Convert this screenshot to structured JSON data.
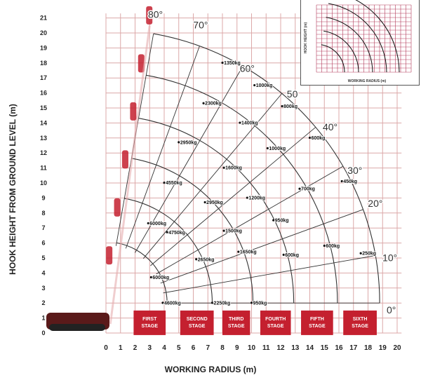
{
  "chart_data": {
    "type": "line",
    "title": "",
    "xlabel": "WORKING RADIUS (m)",
    "ylabel": "HOOK HEIGHT FROM GROUND LEVEL (m)",
    "xlim": [
      0,
      20
    ],
    "ylim": [
      0,
      21
    ],
    "grid": true,
    "x_ticks": [
      "0",
      "1",
      "2",
      "3",
      "4",
      "5",
      "6",
      "7",
      "8",
      "9",
      "10",
      "11",
      "12",
      "13",
      "14",
      "15",
      "16",
      "17",
      "18",
      "19",
      "20"
    ],
    "y_ticks": [
      "0",
      "1",
      "2",
      "3",
      "4",
      "5",
      "6",
      "7",
      "8",
      "9",
      "10",
      "11",
      "12",
      "13",
      "14",
      "15",
      "16",
      "17",
      "18",
      "19",
      "20",
      "21"
    ],
    "stage_labels": [
      {
        "line1": "FIRST",
        "line2": "STAGE",
        "x_from": 1.9,
        "x_to": 4.1
      },
      {
        "line1": "SECOND",
        "line2": "STAGE",
        "x_from": 5.1,
        "x_to": 7.4
      },
      {
        "line1": "THIRD",
        "line2": "STAGE",
        "x_from": 8.0,
        "x_to": 9.9
      },
      {
        "line1": "FOURTH",
        "line2": "STAGE",
        "x_from": 10.6,
        "x_to": 12.7
      },
      {
        "line1": "FIFTH",
        "line2": "STAGE",
        "x_from": 13.4,
        "x_to": 15.6
      },
      {
        "line1": "SIXTH",
        "line2": "STAGE",
        "x_from": 16.3,
        "x_to": 18.6
      }
    ],
    "pivot": {
      "x": 0.0,
      "y": 2.0
    },
    "stage_radii": [
      4.2,
      7.3,
      10.1,
      12.9,
      15.9,
      18.8
    ],
    "angle_labels": [
      {
        "text": "80°",
        "x": 3.4,
        "y": 21.0
      },
      {
        "text": "70°",
        "x": 6.5,
        "y": 20.3
      },
      {
        "text": "60°",
        "x": 9.7,
        "y": 17.4
      },
      {
        "text": "50",
        "x": 12.8,
        "y": 15.7
      },
      {
        "text": "40°",
        "x": 15.4,
        "y": 13.5
      },
      {
        "text": "30°",
        "x": 17.1,
        "y": 10.6
      },
      {
        "text": "20°",
        "x": 18.5,
        "y": 8.4
      },
      {
        "text": "10°",
        "x": 19.5,
        "y": 4.8
      },
      {
        "text": "0°",
        "x": 19.6,
        "y": 1.3
      }
    ],
    "capacity_labels": [
      {
        "text": "1350kg",
        "x": 8.1,
        "y": 17.9
      },
      {
        "text": "1000kg",
        "x": 10.3,
        "y": 16.4
      },
      {
        "text": "2300kg",
        "x": 6.8,
        "y": 15.2
      },
      {
        "text": "800kg",
        "x": 12.2,
        "y": 15.0
      },
      {
        "text": "1400kg",
        "x": 9.3,
        "y": 13.9
      },
      {
        "text": "600kg",
        "x": 14.1,
        "y": 12.9
      },
      {
        "text": "2950kg",
        "x": 5.1,
        "y": 12.6
      },
      {
        "text": "1000kg",
        "x": 11.2,
        "y": 12.2
      },
      {
        "text": "1600kg",
        "x": 8.2,
        "y": 10.9
      },
      {
        "text": "450kg",
        "x": 16.3,
        "y": 10.0
      },
      {
        "text": "4550kg",
        "x": 4.1,
        "y": 9.9
      },
      {
        "text": "2950kg",
        "x": 6.9,
        "y": 8.6
      },
      {
        "text": "1200kg",
        "x": 9.8,
        "y": 8.9
      },
      {
        "text": "700kg",
        "x": 13.4,
        "y": 9.5
      },
      {
        "text": "6000kg",
        "x": 3.0,
        "y": 7.2
      },
      {
        "text": "4750kg",
        "x": 4.3,
        "y": 6.6
      },
      {
        "text": "1500kg",
        "x": 8.2,
        "y": 6.7
      },
      {
        "text": "950kg",
        "x": 11.6,
        "y": 7.4
      },
      {
        "text": "600kg",
        "x": 15.1,
        "y": 5.7
      },
      {
        "text": "250kg",
        "x": 17.6,
        "y": 5.2
      },
      {
        "text": "2650kg",
        "x": 6.3,
        "y": 4.8
      },
      {
        "text": "1650kg",
        "x": 9.2,
        "y": 5.3
      },
      {
        "text": "600kg",
        "x": 12.3,
        "y": 5.1
      },
      {
        "text": "6000kg",
        "x": 3.2,
        "y": 3.6
      },
      {
        "text": "4600kg",
        "x": 4.0,
        "y": 1.9
      },
      {
        "text": "2250kg",
        "x": 7.4,
        "y": 1.9
      },
      {
        "text": "950kg",
        "x": 10.1,
        "y": 1.9
      }
    ],
    "inset": {
      "xlabel": "WORKING RADIUS (m)",
      "ylabel": "HOOK HEIGHT (m)"
    }
  },
  "colors": {
    "grid": "#dca8a8",
    "accent": "#c4202f",
    "arc": "#333333",
    "axis_text": "#222222"
  }
}
